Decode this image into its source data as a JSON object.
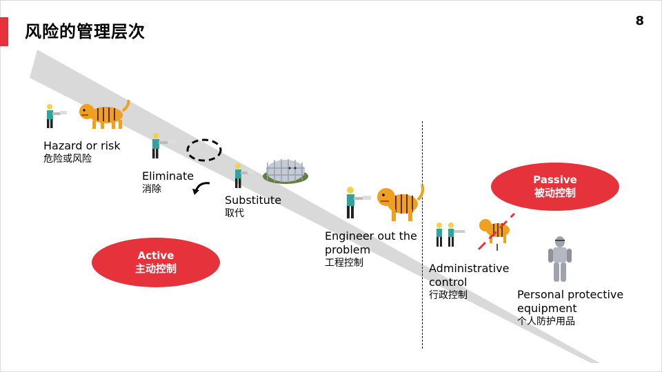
{
  "page": {
    "title": "风险的管理层次",
    "number": "8"
  },
  "steps": [
    {
      "en": "Hazard or risk",
      "zh": "危险或风险"
    },
    {
      "en": "Eliminate",
      "zh": "消除"
    },
    {
      "en": "Substitute",
      "zh": "取代"
    },
    {
      "en": "Engineer out the problem",
      "zh": "工程控制"
    },
    {
      "en": "Administrative control",
      "zh": "行政控制"
    },
    {
      "en": "Personal protective equipment",
      "zh": "个人防护用品"
    }
  ],
  "ovals": {
    "active": {
      "en": "Active",
      "zh": "主动控制"
    },
    "passive": {
      "en": "Passive",
      "zh": "被动控制"
    }
  },
  "colors": {
    "accent": "#e5323b",
    "band": "#d9d9d9",
    "tiger": "#f0a020"
  }
}
